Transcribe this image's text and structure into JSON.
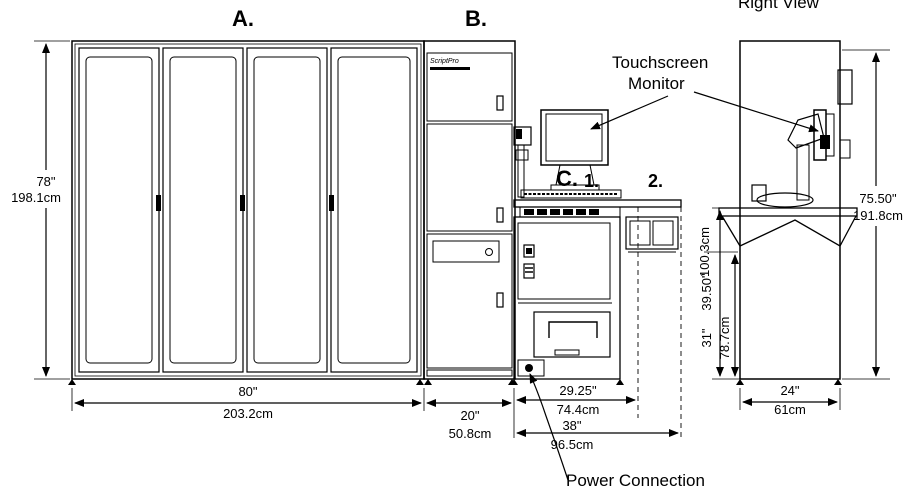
{
  "views": {
    "right_view": "Right View"
  },
  "units": {
    "A": "A.",
    "B": "B.",
    "C": "C.",
    "C1": "1.",
    "C2": "2."
  },
  "callouts": {
    "touchscreen_line1": "Touchscreen",
    "touchscreen_line2": "Monitor",
    "power": "Power Connection"
  },
  "branding": {
    "logo": "ScriptPro"
  },
  "dimensions": {
    "unit_a_height_in": "78\"",
    "unit_a_height_cm": "198.1cm",
    "unit_a_width_in": "80\"",
    "unit_a_width_cm": "203.2cm",
    "unit_b_width_in": "20\"",
    "unit_b_width_cm": "50.8cm",
    "desk_width_in": "29.25\"",
    "desk_width_cm": "74.4cm",
    "desk_ext_width_in": "38\"",
    "desk_ext_width_cm": "96.5cm",
    "desk_height_in": "39.50\"",
    "desk_height_cm": "100.3cm",
    "desk_lower_in": "31\"",
    "desk_lower_cm": "78.7cm",
    "right_height_in": "75.50\"",
    "right_height_cm": "191.8cm",
    "right_depth_in": "24\"",
    "right_depth_cm": "61cm"
  }
}
